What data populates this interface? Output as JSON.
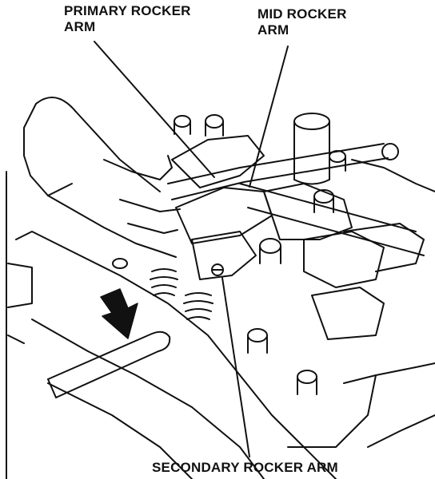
{
  "labels": {
    "primary_line1": "PRIMARY ROCKER",
    "primary_line2": "ARM",
    "mid_line1": "MID ROCKER",
    "mid_line2": "ARM",
    "secondary": "SECONDARY ROCKER ARM"
  },
  "colors": {
    "ink": "#111111",
    "paper": "#ffffff"
  }
}
